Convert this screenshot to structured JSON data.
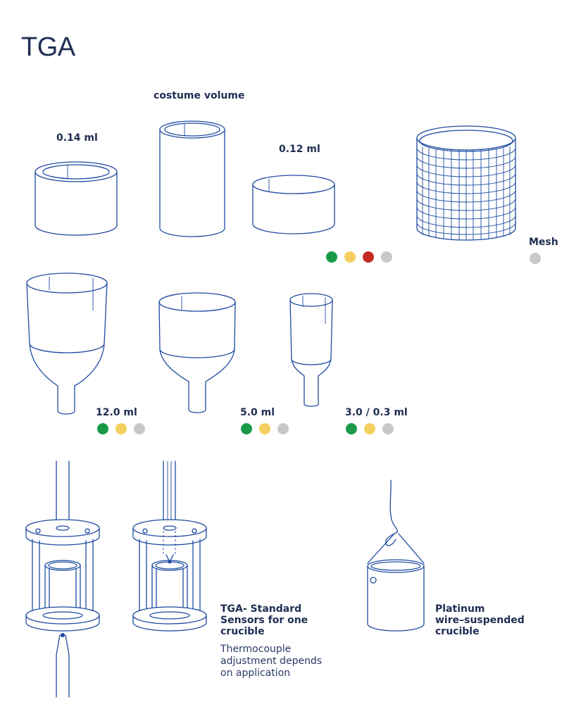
{
  "title": "TGA",
  "labels": {
    "costume": "costume volume",
    "c014": "0.14 ml",
    "c012": "0.12 ml",
    "mesh": "Mesh",
    "c12": "12.0 ml",
    "c5": "5.0 ml",
    "c3": "3.0 / 0.3 ml"
  },
  "sensor": {
    "line1": "TGA- Standard",
    "line2": "Sensors for one",
    "line3": "crucible",
    "note1": "Thermocouple",
    "note2": "adjustment depends",
    "note3": "on application"
  },
  "platinum": {
    "line1": "Platinum",
    "line2": "wire–suspended",
    "line3": "crucible"
  },
  "material_colors": {
    "green": "#1a9a48",
    "yellow": "#f5cf5e",
    "red": "#c62a22",
    "gray": "#c8c8c8"
  },
  "dot_groups": {
    "small_crucibles": [
      "green",
      "yellow",
      "red",
      "gray"
    ],
    "mesh": [
      "gray"
    ],
    "c12": [
      "green",
      "yellow",
      "gray"
    ],
    "c5": [
      "green",
      "yellow",
      "gray"
    ],
    "c3": [
      "green",
      "yellow",
      "gray"
    ]
  }
}
